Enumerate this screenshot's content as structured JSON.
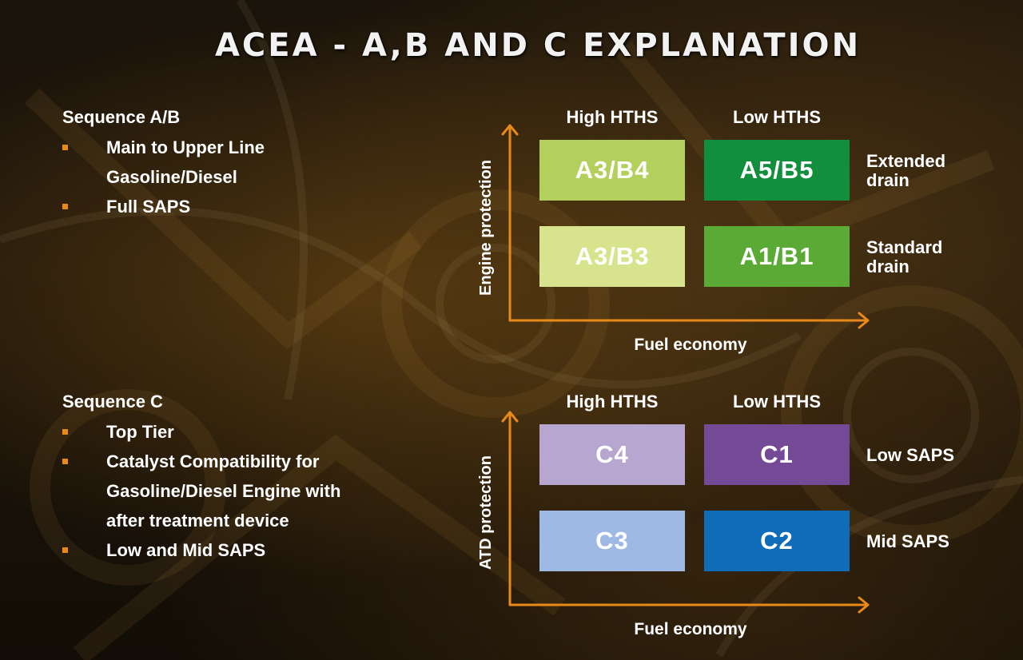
{
  "title": "ACEA - A,B AND C EXPLANATION",
  "colors": {
    "accent": "#e8891a"
  },
  "sequence_ab": {
    "heading": "Sequence A/B",
    "items": [
      {
        "line1": "Main to Upper Line",
        "line2": "Gasoline/Diesel"
      },
      {
        "line1": "Full SAPS"
      }
    ]
  },
  "sequence_c": {
    "heading": "Sequence C",
    "items": [
      {
        "line1": "Top Tier"
      },
      {
        "line1": "Catalyst Compatibility for",
        "line2": "Gasoline/Diesel Engine with",
        "line3": "after treatment device"
      },
      {
        "line1": "Low and Mid SAPS"
      }
    ]
  },
  "matrix_ab": {
    "col_headers": [
      "High HTHS",
      "Low HTHS"
    ],
    "y_axis_label": "Engine protection",
    "x_axis_label": "Fuel economy",
    "rows": [
      {
        "label": [
          "Extended",
          "drain"
        ],
        "cells": [
          {
            "text": "A3/B4",
            "color": "#b3cf5c"
          },
          {
            "text": "A5/B5",
            "color": "#128f3c"
          }
        ]
      },
      {
        "label": [
          "Standard",
          "drain"
        ],
        "cells": [
          {
            "text": "A3/B3",
            "color": "#d8e48d"
          },
          {
            "text": "A1/B1",
            "color": "#5aaa35"
          }
        ]
      }
    ]
  },
  "matrix_c": {
    "col_headers": [
      "High HTHS",
      "Low HTHS"
    ],
    "y_axis_label": "ATD protection",
    "x_axis_label": "Fuel economy",
    "rows": [
      {
        "label": [
          "Low SAPS"
        ],
        "cells": [
          {
            "text": "C4",
            "color": "#b7a6cf"
          },
          {
            "text": "C1",
            "color": "#744a96"
          }
        ]
      },
      {
        "label": [
          "Mid SAPS"
        ],
        "cells": [
          {
            "text": "C3",
            "color": "#9ebae4"
          },
          {
            "text": "C2",
            "color": "#0e6cb8"
          }
        ]
      }
    ]
  }
}
